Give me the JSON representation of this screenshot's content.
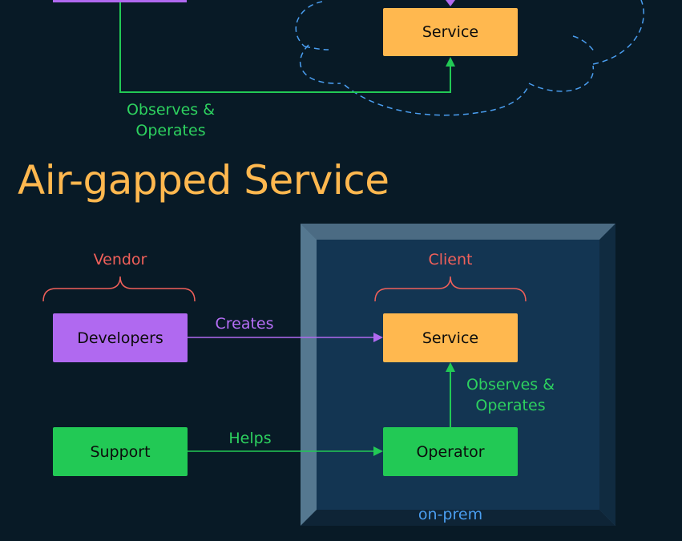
{
  "top_section": {
    "service_label": "Service",
    "observes_label_line1": "Observes &",
    "observes_label_line2": "Operates"
  },
  "airgapped_section": {
    "title": "Air-gapped Service",
    "vendor_label": "Vendor",
    "client_label": "Client",
    "developers_label": "Developers",
    "support_label": "Support",
    "service_label": "Service",
    "operator_label": "Operator",
    "creates_label": "Creates",
    "helps_label": "Helps",
    "observes_label_line1": "Observes &",
    "observes_label_line2": "Operates",
    "onprem_label": "on-prem"
  },
  "colors": {
    "background": "#081a26",
    "service": "#ffb84f",
    "developers": "#b069f0",
    "support_operator": "#22c955",
    "group_label": "#f0605a",
    "cloud_outline": "#4a9ef0",
    "onprem_frame": "#45667f"
  }
}
